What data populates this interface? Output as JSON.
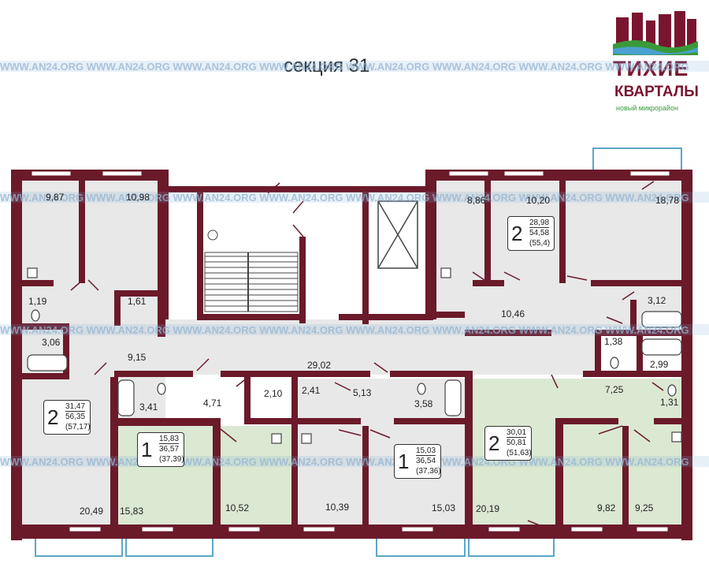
{
  "title": "секция 31",
  "logo": {
    "line1": "ТИХИЕ",
    "line2": "КВАРТАЛЫ",
    "line3": "новый микрорайон"
  },
  "watermark": "WWW.AN24.ORG   WWW.AN24.ORG   WWW.AN24.ORG   WWW.AN24.ORG   WWW.AN24.ORG   WWW.AN24.ORG   WWW.AN24.ORG   WWW.AN24.ORG",
  "colors": {
    "wall": "#6b1a2a",
    "apartment_green": "#dbe8d2",
    "balcony": "#5aa7c8",
    "floor_gray": "#e8e8e8"
  },
  "areas": {
    "a9_87": "9,87",
    "a10_98": "10,98",
    "a1_19": "1,19",
    "a1_61": "1,61",
    "a3_06": "3,06",
    "a9_15": "9,15",
    "a8_86": "8,86",
    "a10_20": "10,20",
    "a18_78": "18,78",
    "a10_46": "10,46",
    "a3_12": "3,12",
    "a1_38": "1,38",
    "a2_99": "2,99",
    "a29_02": "29,02",
    "a7_25": "7,25",
    "a1_31": "1,31",
    "a3_41": "3,41",
    "a4_71": "4,71",
    "a2_10": "2,10",
    "a2_41": "2,41",
    "a5_13": "5,13",
    "a3_58": "3,58",
    "a20_49": "20,49",
    "a15_83": "15,83",
    "a10_52": "10,52",
    "a10_39": "10,39",
    "a15_03": "15,03",
    "a20_19": "20,19",
    "a9_82": "9,82",
    "a9_25": "9,25"
  },
  "apartments": [
    {
      "rooms": "2",
      "living": "28,98",
      "total": "54,58",
      "with_balcony": "(55,4)"
    },
    {
      "rooms": "2",
      "living": "31,47",
      "total": "56,35",
      "with_balcony": "(57,17)"
    },
    {
      "rooms": "1",
      "living": "15,83",
      "total": "36,57",
      "with_balcony": "(37,39)"
    },
    {
      "rooms": "1",
      "living": "15,03",
      "total": "36,54",
      "with_balcony": "(37,36)"
    },
    {
      "rooms": "2",
      "living": "30,01",
      "total": "50,81",
      "with_balcony": "(51,63)"
    }
  ]
}
